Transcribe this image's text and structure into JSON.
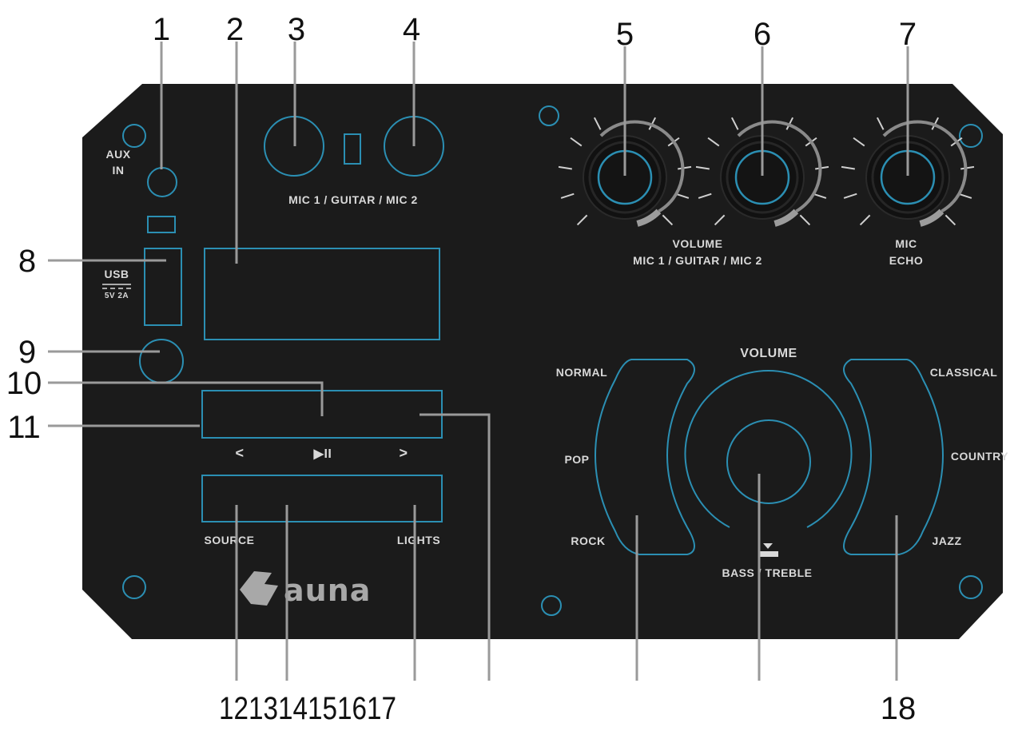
{
  "callouts": {
    "n1": "1",
    "n2": "2",
    "n3": "3",
    "n4": "4",
    "n5": "5",
    "n6": "6",
    "n7": "7",
    "n8": "8",
    "n9": "9",
    "n10": "10",
    "n11": "11",
    "bottom_left": "121314151617",
    "n18": "18"
  },
  "panel": {
    "aux_line1": "AUX",
    "aux_line2": "IN",
    "mic_inputs": "MIC 1 / GUITAR / MIC 2",
    "usb": "USB",
    "usb_rating": "5V 2A",
    "volume_knobs_line1": "VOLUME",
    "volume_knobs_line2": "MIC 1 / GUITAR / MIC 2",
    "mic_echo_line1": "MIC",
    "mic_echo_line2": "ECHO",
    "transport_prev": "<",
    "transport_play": "▶II",
    "transport_next": ">",
    "source": "SOURCE",
    "lights": "LIGHTS",
    "brand": "auna",
    "volume": "VOLUME",
    "normal": "NORMAL",
    "pop": "POP",
    "rock": "ROCK",
    "classical": "CLASSICAL",
    "country": "COUNTRY",
    "jazz": "JAZZ",
    "bass_treble": "BASS / TREBLE"
  },
  "colors": {
    "panel": "#1b1b1b",
    "accent_blue": "#2b8fb3",
    "leader": "#9a9a9a"
  }
}
